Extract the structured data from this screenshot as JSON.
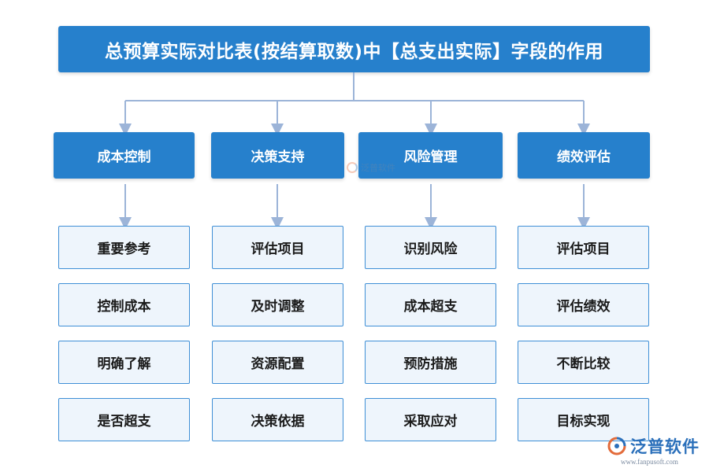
{
  "title": "总预算实际对比表(按结算取数)中【总支出实际】字段的作用",
  "colors": {
    "primary": "#2680cc",
    "item_bg": "#eef5fc",
    "item_border": "#3f8fd6",
    "connector": "#9cb4d8"
  },
  "categories": [
    {
      "label": "成本控制",
      "items": [
        "重要参考",
        "控制成本",
        "明确了解",
        "是否超支"
      ]
    },
    {
      "label": "决策支持",
      "items": [
        "评估项目",
        "及时调整",
        "资源配置",
        "决策依据"
      ]
    },
    {
      "label": "风险管理",
      "items": [
        "识别风险",
        "成本超支",
        "预防措施",
        "采取应对"
      ]
    },
    {
      "label": "绩效评估",
      "items": [
        "评估项目",
        "评估绩效",
        "不断比较",
        "目标实现"
      ]
    }
  ],
  "watermark": {
    "text": "泛普软件"
  },
  "brand": {
    "name": "泛普软件",
    "url": "www.fanpusoft.com",
    "logo_icon": "fanpu-logo-icon"
  }
}
